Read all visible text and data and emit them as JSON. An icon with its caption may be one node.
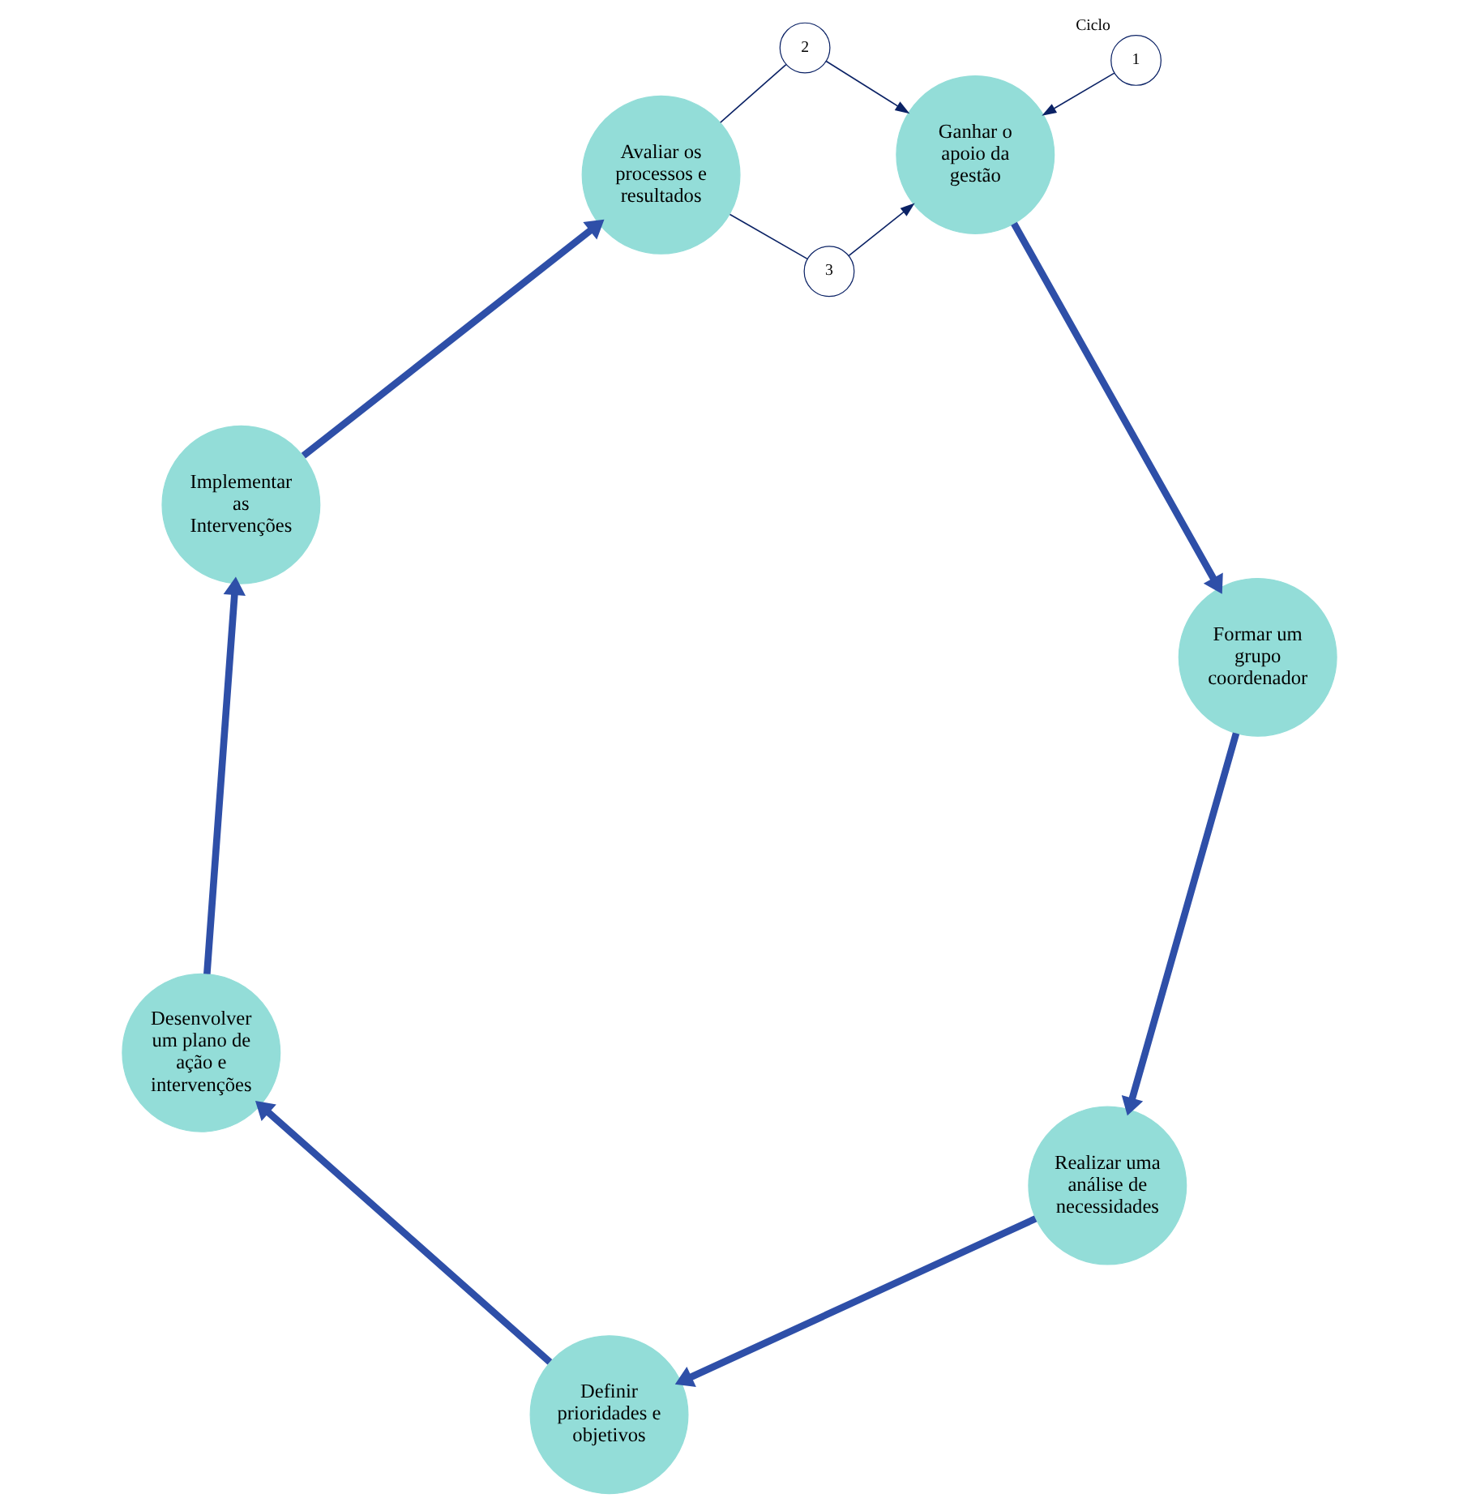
{
  "diagram": {
    "nodes": [
      {
        "text": [
          "Ganhar o apoio da gestão"
        ]
      },
      {
        "text": [
          "Formar um grupo coordenador"
        ]
      },
      {
        "text": [
          "Realizar uma análise de necessidades"
        ]
      },
      {
        "text": [
          "Definir prioridades e objetivos"
        ]
      },
      {
        "text": [
          "Desenvolver um plano de ação e intervenções"
        ]
      },
      {
        "text": [
          "Implementar as Intervenções"
        ]
      },
      {
        "text": [
          "Avaliar os processos e resultados"
        ]
      },
      {
        "text": [
          "1"
        ],
        "beside": [
          "Ciclo"
        ]
      },
      {
        "text": [
          "2"
        ]
      },
      {
        "text": [
          "3"
        ]
      }
    ],
    "edges": [
      {
        "from": 0,
        "to": 1,
        "arrow": "to"
      },
      {
        "from": 1,
        "to": 2,
        "arrow": "to"
      },
      {
        "from": 2,
        "to": 3,
        "arrow": "to"
      },
      {
        "from": 3,
        "to": 4,
        "arrow": "to"
      },
      {
        "from": 4,
        "to": 5,
        "arrow": "to"
      },
      {
        "from": 5,
        "to": 6,
        "arrow": "to"
      },
      {
        "from": 7,
        "to": 0,
        "arrow": "to",
        "color": "#0b2265"
      },
      {
        "from": 6,
        "to": 8,
        "arrow": "none",
        "color": "#0b2265"
      },
      {
        "from": 8,
        "to": 0,
        "arrow": "to",
        "color": "#0b2265"
      },
      {
        "from": 6,
        "to": 9,
        "arrow": "none",
        "color": "#0b2265"
      },
      {
        "from": 9,
        "to": 0,
        "arrow": "to",
        "color": "#0b2265"
      }
    ]
  }
}
